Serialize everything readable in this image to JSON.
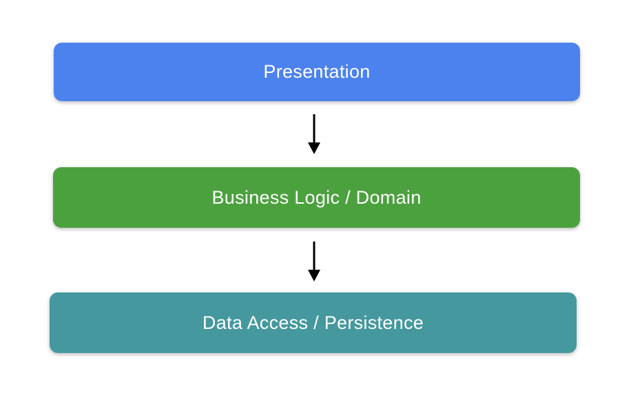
{
  "diagram": {
    "type": "layered-architecture",
    "layers": [
      {
        "id": "presentation",
        "label": "Presentation",
        "color": "#4C82ED"
      },
      {
        "id": "business",
        "label": "Business Logic / Domain",
        "color": "#4CA13F"
      },
      {
        "id": "data",
        "label": "Data Access / Persistence",
        "color": "#45989E"
      }
    ],
    "connections": [
      {
        "from": "Presentation",
        "to": "Business Logic / Domain"
      },
      {
        "from": "Business Logic / Domain",
        "to": "Data Access / Persistence"
      }
    ],
    "label_color": "#FFFFFF",
    "arrow_color": "#000000",
    "background_color": "#FFFFFF"
  }
}
